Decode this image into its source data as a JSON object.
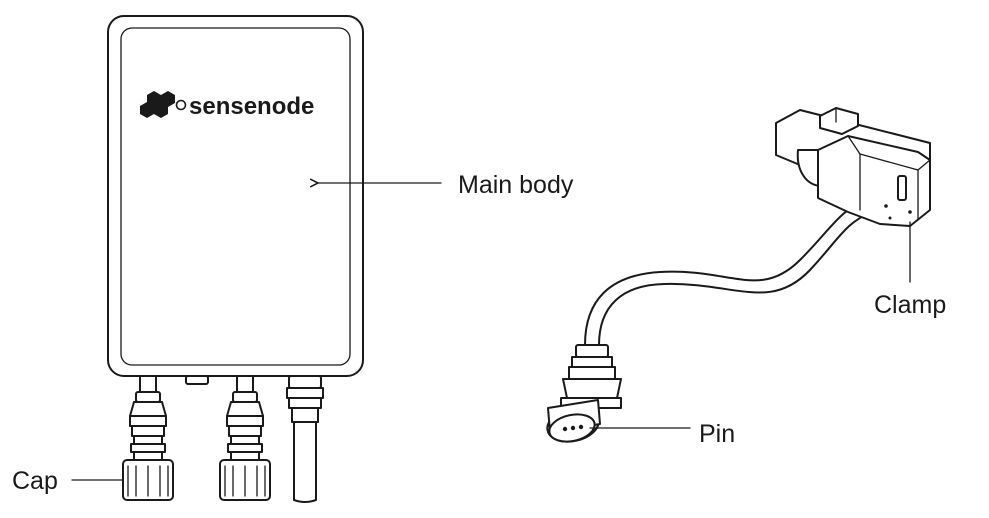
{
  "logo": {
    "text": "sensenode"
  },
  "labels": {
    "main_body": "Main body",
    "clamp": "Clamp",
    "pin": "Pin",
    "cap": "Cap"
  },
  "colors": {
    "line": "#1a1a1a",
    "background": "#ffffff"
  }
}
